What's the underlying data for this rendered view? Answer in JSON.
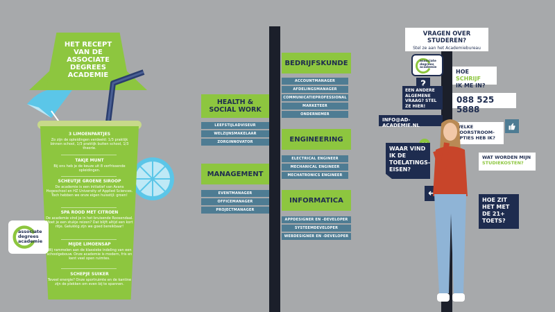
{
  "recipe": {
    "title": "HET RECEPT VAN DE ASSOCIATE DEGREES ACADEMIE",
    "items": [
      {
        "title": "3 LIMOENPARTJES",
        "body": "Zo zijn de opleidingen verdeeld: 1/3 praktijk binnen school, 1/3 praktijk buiten school, 1/3 theorie."
      },
      {
        "title": "TAKJE MUNT",
        "body": "Bij ons heb je de keuze uit 8 verfrissende opleidingen."
      },
      {
        "title": "SCHEUTJE GROENE SIROOP",
        "body": "De academie is een initiatief van Avans Hogeschool en HZ University of Applied Sciences. Toch hebben we onze eigen huisstijl: groen!"
      },
      {
        "title": "SPA ROOD MET CITROEN",
        "body": "De academie vind je in het bruisende Roosendaal. Moet je een stukje reizen? Dat blijft altijd een kort ritje. Gelukkig zijn we goed bereikbaar!"
      },
      {
        "title": "MIJDE LIMOENSAP",
        "body": "Wij rammelen aan de klassieke indeling van een schoolgebouw. Onze academie is modern, fris en kent veel open ruimtes."
      },
      {
        "title": "SCHEPJE SUIKER",
        "body": "Teveel energie? Onze sportruimte en de kantine zijn de plekken om even bij te spannen."
      }
    ]
  },
  "logo": {
    "line1": "associate",
    "line2": "degrees",
    "line3": "academie"
  },
  "signpost": {
    "bedrijfskunde": {
      "title": "BEDRIJFSKUNDE",
      "items": [
        "ACCOUNTMANAGER",
        "AFDELINGSMANAGER",
        "COMMUNICATIEPROFESSIONAL",
        "MARKETEER",
        "ONDERNEMER"
      ]
    },
    "health": {
      "title": "HEALTH & SOCIAL WORK",
      "items": [
        "LEEFSTIJLADVISEUR",
        "WELZIJNSMAKELAAR",
        "ZORGINNOVATOR"
      ]
    },
    "engineering": {
      "title": "ENGINEERING",
      "items": [
        "ELECTRICAL ENGINEER",
        "MECHANICAL ENGINEER",
        "MECHATRONICS ENGINEER"
      ]
    },
    "management": {
      "title": "MANAGEMENT",
      "items": [
        "EVENTMANAGER",
        "OFFICEMANAGER",
        "PROJECTMANAGER"
      ]
    },
    "informatica": {
      "title": "INFORMATICA",
      "items": [
        "APPDESIGNER EN -DEVELOPER",
        "SYSTEEMDEVELOPER",
        "WEBDESIGNER EN -DEVELOPER"
      ]
    }
  },
  "questions": {
    "header_title": "VRAGEN OVER STUDEREN?",
    "header_sub": "Stel ze aan het Academiebureau",
    "schrijf_a": "HOE ",
    "schrijf_b": "SCHRIJF",
    "schrijf_c": "IK ME IN?",
    "andere": "EEN ANDERE ALGEMENE VRAAG? STEL ZE HIER!",
    "phone": "088 525 5888",
    "email": "INFO@AD-ACADEMIE.NL",
    "doorstroom": "WELKE DOORSTROOM-OPTIES HEB IK?",
    "waar": "WAAR VIND IK DE TOELATINGS-EISEN?",
    "kosten_a": "WAT WORDEN MIJN",
    "kosten_b": "STUDIEKOSTEN?",
    "toets": "HOE ZIT HET MET DE 21+ TOETS?"
  }
}
